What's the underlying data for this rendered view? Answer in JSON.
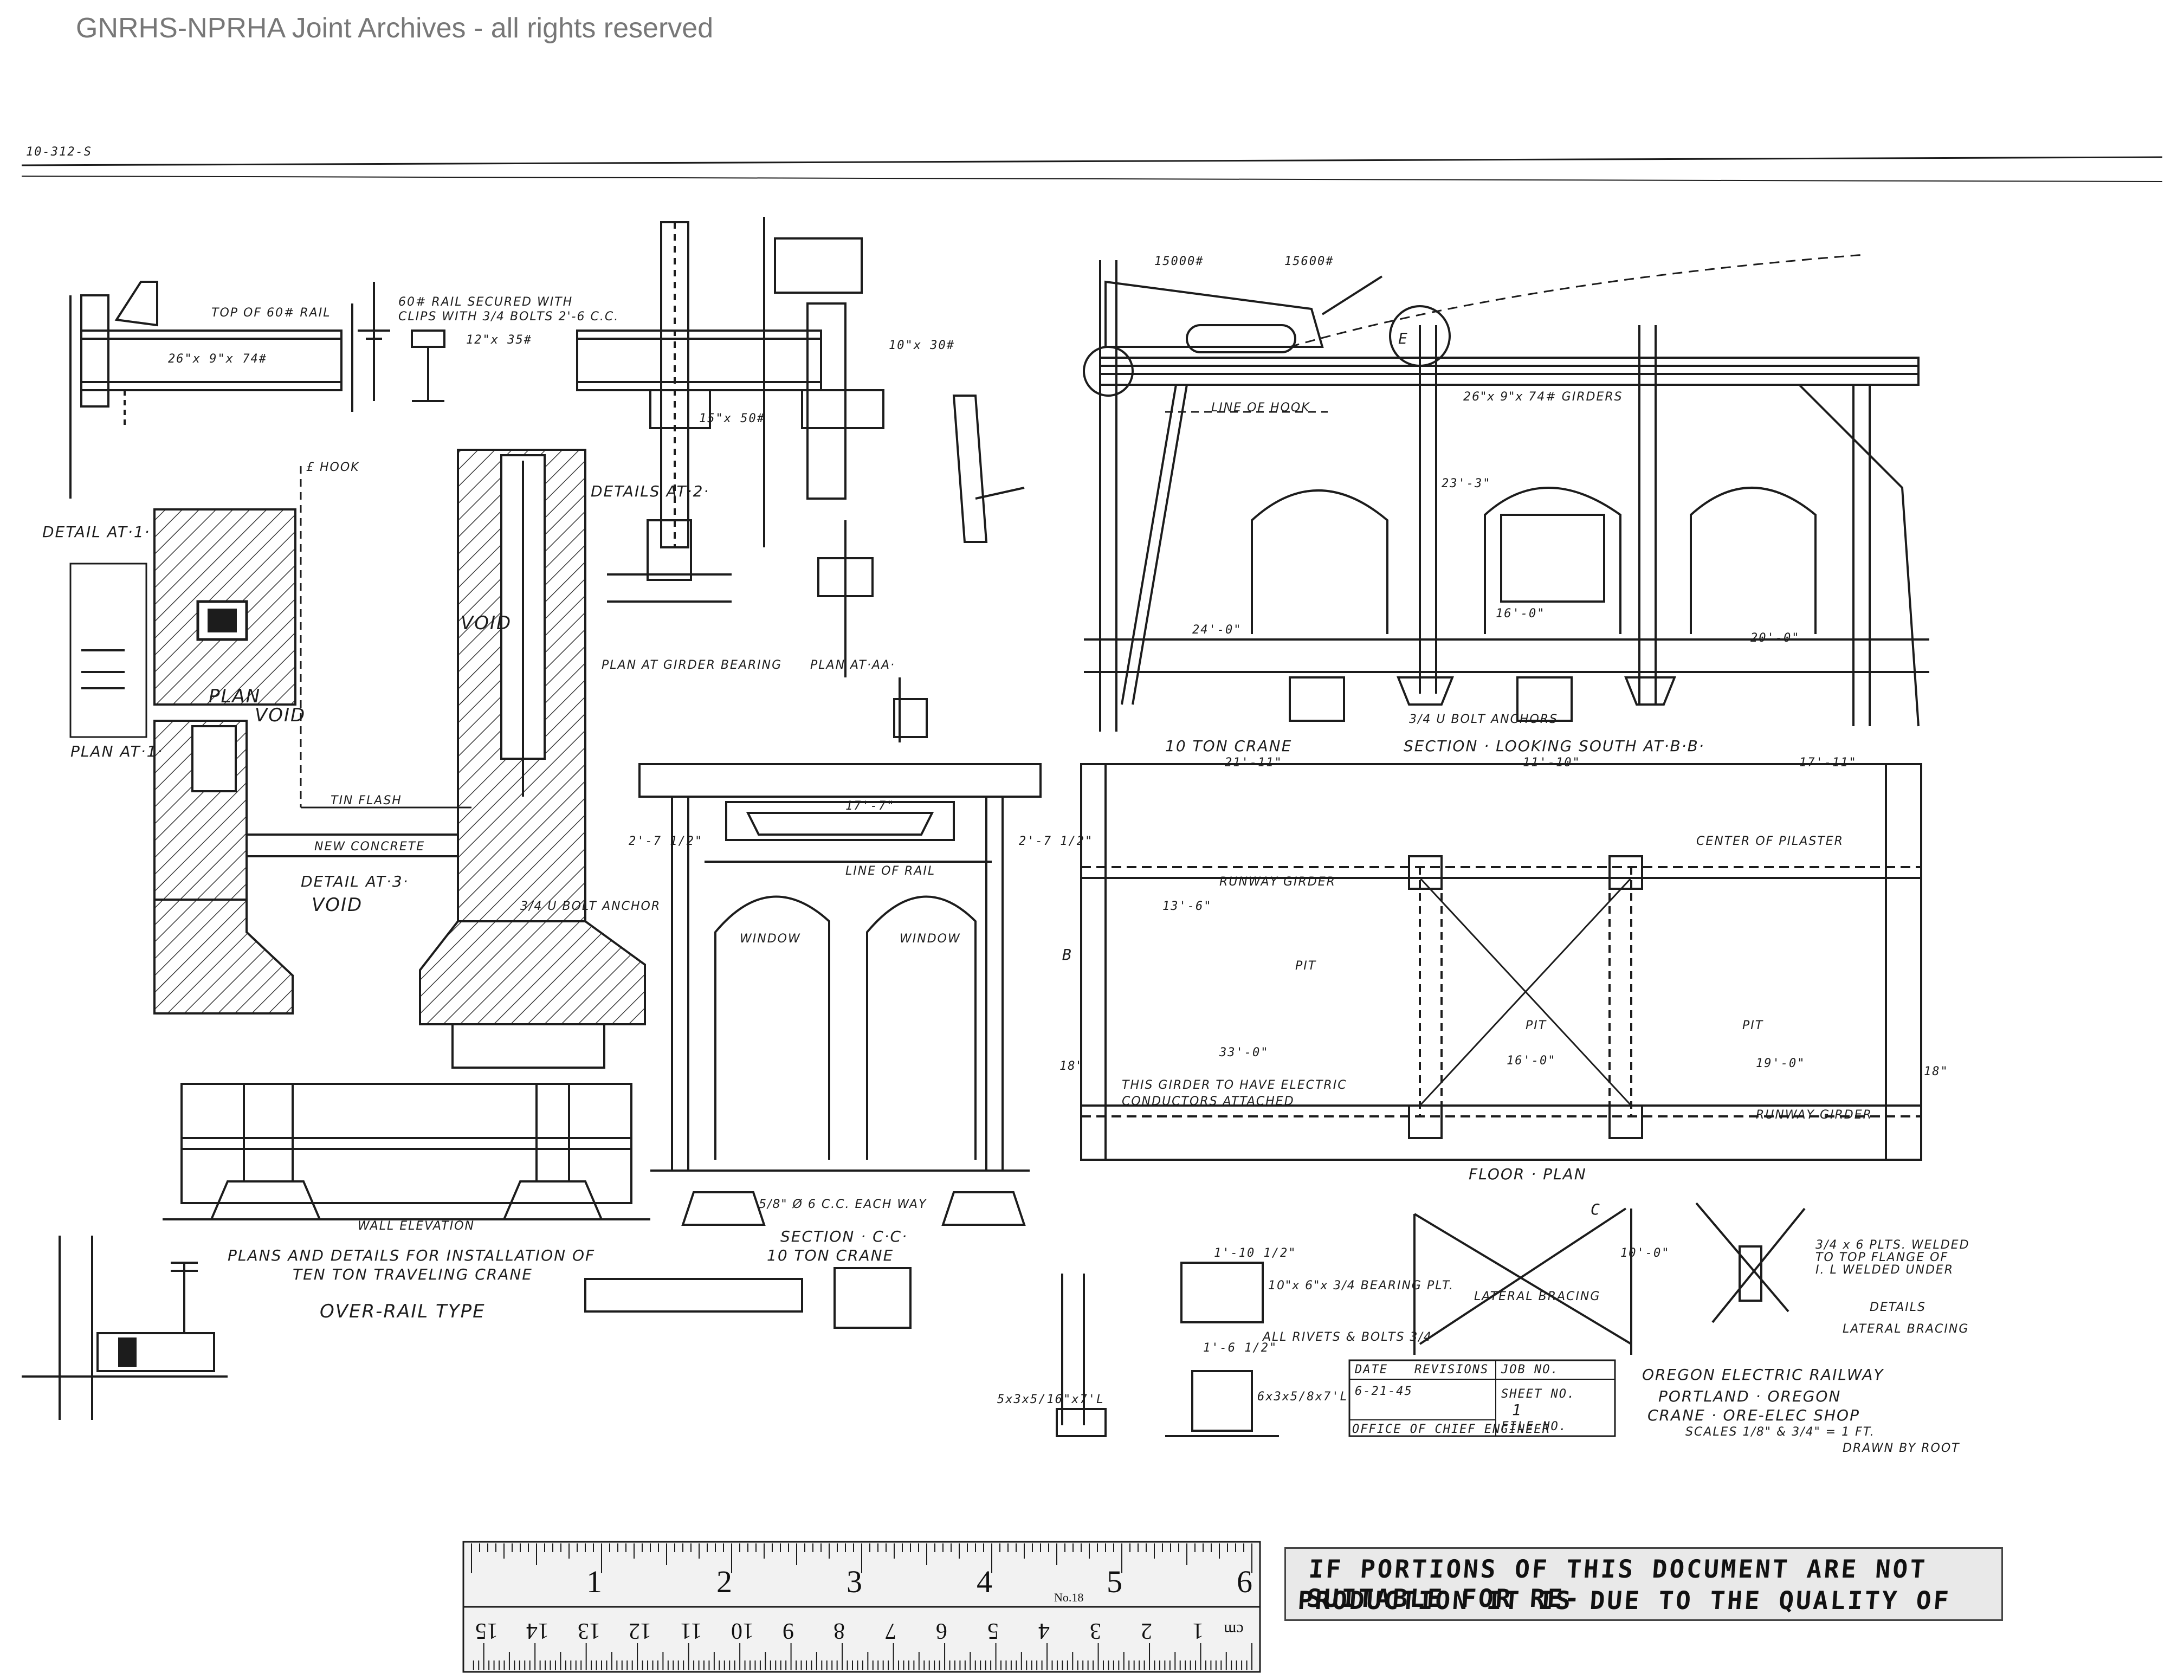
{
  "watermark": "GNRHS-NPRHA Joint Archives - all rights reserved",
  "drawing_number": "10-312-S",
  "title_block": {
    "plan_title_line1": "PLANS AND DETAILS FOR INSTALLATION OF",
    "plan_title_line2": "TEN TON TRAVELING CRANE",
    "plan_title_line3": "OVER-RAIL TYPE",
    "date_label": "DATE",
    "date_value": "6-21-45",
    "revisions_label": "REVISIONS",
    "job_no_label": "JOB NO.",
    "sheet_no_label": "SHEET NO.",
    "sheet_no_value": "1",
    "file_no_label": "FILE NO.",
    "office_label": "OFFICE OF CHIEF ENGINEER",
    "company_line1": "OREGON ELECTRIC RAILWAY",
    "company_line2": "PORTLAND · OREGON",
    "company_line3": "CRANE · ORE-ELEC SHOP",
    "scale_label": "SCALES 1/8\" & 3/4\" = 1 FT.",
    "drawn_by": "DRAWN BY ROOT"
  },
  "views": {
    "detail_1": "DETAIL AT·1·",
    "plan_at_1": "PLAN AT·1·",
    "plan": "PLAN",
    "void_a": "VOID",
    "void_b": "VOID",
    "void_c": "VOID",
    "detail_3": "DETAIL AT·3·",
    "details_2": "DETAILS AT·2·",
    "plan_girder": "PLAN AT GIRDER BEARING",
    "plan_aa": "PLAN AT·AA·",
    "ten_ton_crane": "10 TON CRANE",
    "section_bb": "SECTION · LOOKING SOUTH AT·B·B·",
    "section_cc": "SECTION · C·C·",
    "ten_ton_crane_cc": "10 TON CRANE",
    "floor_plan": "FLOOR · PLAN",
    "lateral_bracing": "LATERAL BRACING",
    "details_lateral_1": "DETAILS",
    "details_lateral_2": "LATERAL BRACING",
    "wall_elevation": "WALL ELEVATION",
    "window_1": "WINDOW",
    "window_2": "WINDOW",
    "runway_girder_1": "RUNWAY GIRDER",
    "runway_girder_2": "RUNWAY GIRDER",
    "center_pilaster": "CENTER OF PILASTER",
    "pit_1": "PIT",
    "pit_2": "PIT",
    "pit_3": "PIT",
    "conductors_1": "THIS GIRDER TO HAVE ELECTRIC",
    "conductors_2": "CONDUCTORS ATTACHED",
    "line_of_hook": "LINE OF HOOK",
    "line_of_rail": "LINE OF RAIL",
    "new_concrete": "NEW CONCRETE",
    "tin_flash": "TIN FLASH",
    "top_of_rail": "TOP OF 60# RAIL",
    "rail_secured_1": "60# RAIL SECURED WITH",
    "rail_secured_2": "CLIPS WITH 3/4 BOLTS 2'-6 C.C.",
    "c_hook": "£ HOOK",
    "u_bolt": "3/4 U BOLT ANCHOR",
    "u_bolt_anchors": "3/4 U BOLT ANCHORS",
    "girders": "26\"x 9\"x 74# GIRDERS",
    "bearing_plate": "10\"x 6\"x 3/4 BEARING PLT.",
    "all_rivets": "ALL RIVETS & BOLTS 3/4",
    "pltz_welded_1": "3/4 x 6 PLTS. WELDED",
    "pltz_welded_2": "TO TOP FLANGE OF",
    "pltz_welded_3": "I. L WELDED UNDER",
    "anchor_spacing": "5/8\" Ø 6 C.C. EACH WAY"
  },
  "dimensions": {
    "load_1": "15000#",
    "load_2": "15600#",
    "d_24": "24'-0\"",
    "d_20": "20'-0\"",
    "d_21_11": "21'-11\"",
    "d_11_10": "11'-10\"",
    "d_17_11": "17'-11\"",
    "d_16_0a": "16'-0\"",
    "d_16_0b": "16'-0\"",
    "d_19_0": "19'-0\"",
    "d_33_0": "33'-0\"",
    "d_17_7": "17'-7\"",
    "d_2_7a": "2'-7 1/2\"",
    "d_2_7b": "2'-7 1/2\"",
    "d_13_6": "13'-6\"",
    "d_18a": "18\"",
    "d_18b": "18\"",
    "d_23_3": "23'-3\"",
    "d_10_0": "10'-0\"",
    "d_1_10": "1'-10 1/2\"",
    "d_1_6": "1'-6 1/2\"",
    "girder_beam": "26\"x 9\"x 74#",
    "beam_1": "12\"x 35#",
    "beam_2": "10\"x 30#",
    "beam_3": "15\"x 50#",
    "angle_1": "5x3x5/16\"x7'L",
    "angle_2": "6x3x5/8x7'L",
    "c_marker": "C",
    "b_marker": "B",
    "e_marker": "E"
  },
  "ruler": {
    "inch_labels": [
      "1",
      "2",
      "3",
      "4",
      "5",
      "6"
    ],
    "cm_labels": [
      "1",
      "2",
      "3",
      "4",
      "5",
      "6",
      "7",
      "8",
      "9",
      "10",
      "11",
      "12",
      "13",
      "14",
      "15"
    ],
    "cm_unit": "cm",
    "maker": "No.18"
  },
  "notice": {
    "line1": "IF PORTIONS OF THIS DOCUMENT ARE NOT SUITABLE FOR RE-",
    "line2": "PRODUCTION IT IS DUE TO THE QUALITY OF THE DOCUMENT."
  },
  "colors": {
    "ink": "#1c1c1c",
    "hatch": "#3a3a3a",
    "paper": "#ffffff",
    "ruler": "#f2f2f2"
  }
}
